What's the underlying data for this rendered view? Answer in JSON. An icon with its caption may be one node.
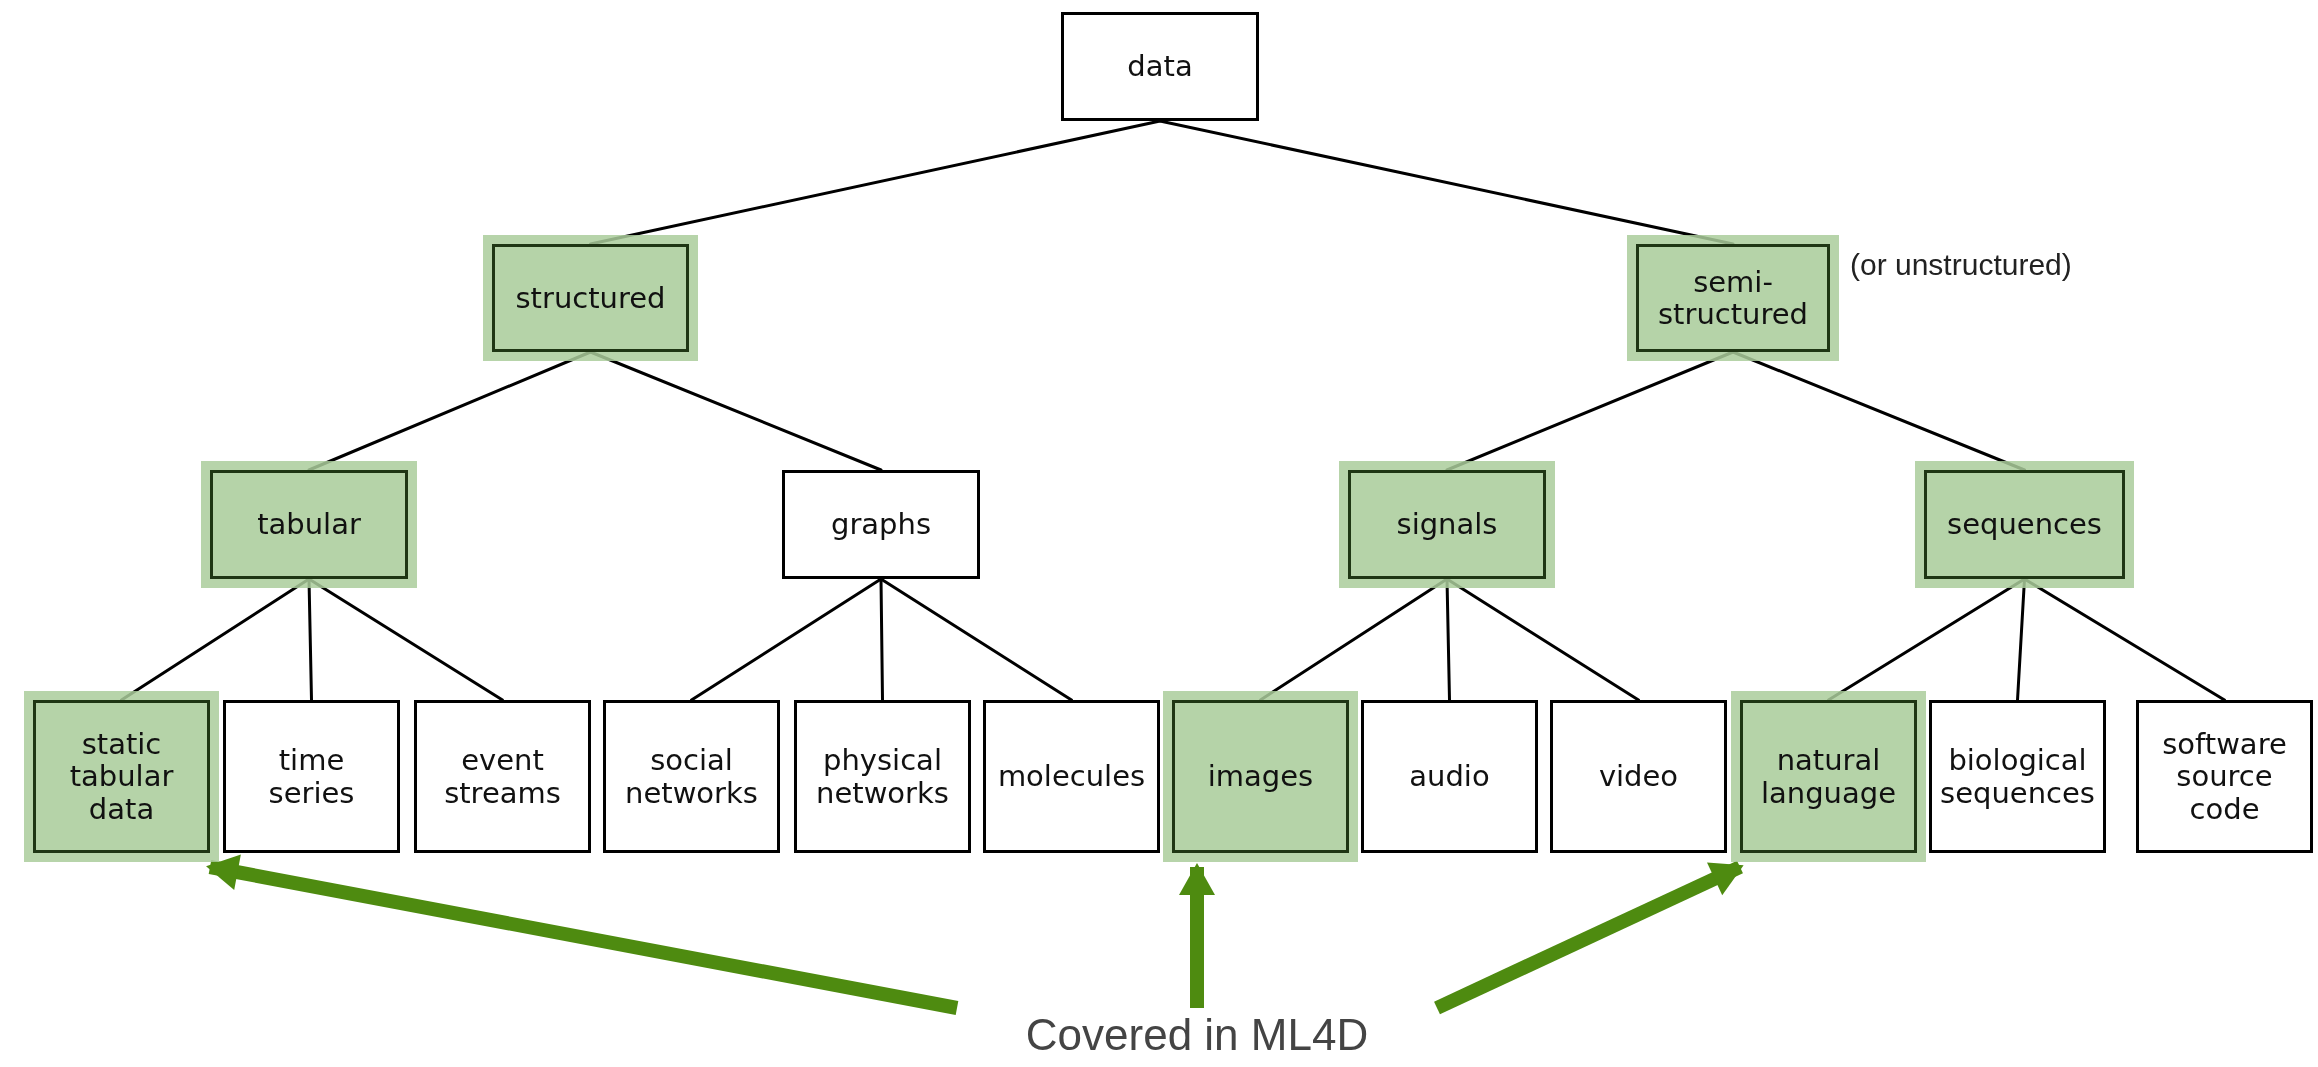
{
  "diagram": {
    "nodes": [
      {
        "text": [
          "data"
        ]
      },
      {
        "text": [
          "structured"
        ]
      },
      {
        "text": [
          "semi-structured"
        ],
        "beside": [
          "(or unstructured)"
        ]
      },
      {
        "text": [
          "tabular"
        ]
      },
      {
        "text": [
          "graphs"
        ]
      },
      {
        "text": [
          "signals"
        ]
      },
      {
        "text": [
          "sequences"
        ]
      },
      {
        "text": [
          "static tabular data"
        ]
      },
      {
        "text": [
          "time series"
        ]
      },
      {
        "text": [
          "event streams"
        ]
      },
      {
        "text": [
          "social networks"
        ]
      },
      {
        "text": [
          "physical networks"
        ]
      },
      {
        "text": [
          "molecules"
        ]
      },
      {
        "text": [
          "images"
        ]
      },
      {
        "text": [
          "audio"
        ]
      },
      {
        "text": [
          "video"
        ]
      },
      {
        "text": [
          "natural language"
        ]
      },
      {
        "text": [
          "biological sequences"
        ]
      },
      {
        "text": [
          "software source code"
        ]
      },
      {
        "text": [
          "Covered in ML4D"
        ]
      }
    ],
    "edges": [
      {
        "from": 0,
        "to": 1,
        "arrow": "none"
      },
      {
        "from": 0,
        "to": 2,
        "arrow": "none"
      },
      {
        "from": 1,
        "to": 3,
        "arrow": "none"
      },
      {
        "from": 1,
        "to": 4,
        "arrow": "none"
      },
      {
        "from": 2,
        "to": 5,
        "arrow": "none"
      },
      {
        "from": 2,
        "to": 6,
        "arrow": "none"
      },
      {
        "from": 3,
        "to": 7,
        "arrow": "none"
      },
      {
        "from": 3,
        "to": 8,
        "arrow": "none"
      },
      {
        "from": 3,
        "to": 9,
        "arrow": "none"
      },
      {
        "from": 4,
        "to": 10,
        "arrow": "none"
      },
      {
        "from": 4,
        "to": 11,
        "arrow": "none"
      },
      {
        "from": 4,
        "to": 12,
        "arrow": "none"
      },
      {
        "from": 5,
        "to": 13,
        "arrow": "none"
      },
      {
        "from": 5,
        "to": 14,
        "arrow": "none"
      },
      {
        "from": 5,
        "to": 15,
        "arrow": "none"
      },
      {
        "from": 6,
        "to": 16,
        "arrow": "none"
      },
      {
        "from": 6,
        "to": 17,
        "arrow": "none"
      },
      {
        "from": 6,
        "to": 18,
        "arrow": "none"
      },
      {
        "from": 19,
        "to": 7,
        "arrow": "to",
        "style": "thick",
        "color": "#4e8b10"
      },
      {
        "from": 19,
        "to": 13,
        "arrow": "to",
        "style": "thick",
        "color": "#4e8b10"
      },
      {
        "from": 19,
        "to": 16,
        "arrow": "to",
        "style": "thick",
        "color": "#4e8b10"
      }
    ]
  }
}
